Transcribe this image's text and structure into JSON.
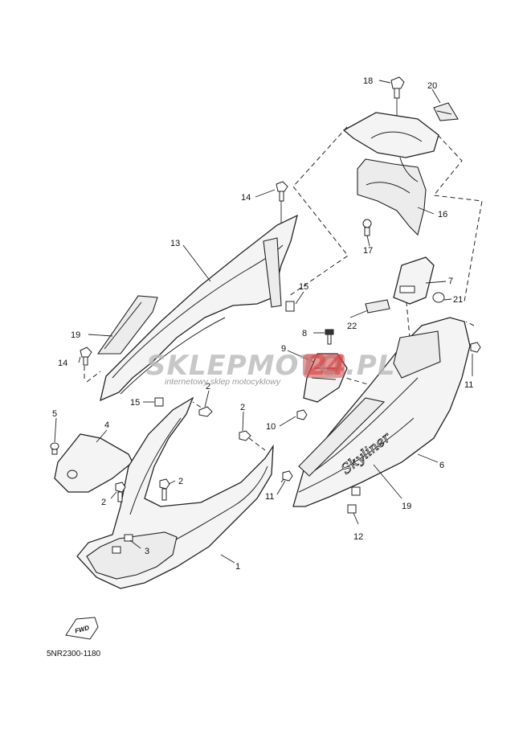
{
  "diagram": {
    "callouts": [
      {
        "id": "c18",
        "text": "18"
      },
      {
        "id": "c20",
        "text": "20"
      },
      {
        "id": "c14a",
        "text": "14"
      },
      {
        "id": "c16",
        "text": "16"
      },
      {
        "id": "c17",
        "text": "17"
      },
      {
        "id": "c13",
        "text": "13"
      },
      {
        "id": "c15a",
        "text": "15"
      },
      {
        "id": "c7",
        "text": "7"
      },
      {
        "id": "c21",
        "text": "21"
      },
      {
        "id": "c22",
        "text": "22"
      },
      {
        "id": "c19a",
        "text": "19"
      },
      {
        "id": "c8",
        "text": "8"
      },
      {
        "id": "c14b",
        "text": "14"
      },
      {
        "id": "c9",
        "text": "9"
      },
      {
        "id": "c11a",
        "text": "11"
      },
      {
        "id": "c15b",
        "text": "15"
      },
      {
        "id": "c2a",
        "text": "2"
      },
      {
        "id": "c5",
        "text": "5"
      },
      {
        "id": "c2b",
        "text": "2"
      },
      {
        "id": "c10",
        "text": "10"
      },
      {
        "id": "c4",
        "text": "4"
      },
      {
        "id": "c6",
        "text": "6"
      },
      {
        "id": "c2c",
        "text": "2"
      },
      {
        "id": "c2d",
        "text": "2"
      },
      {
        "id": "c11b",
        "text": "11"
      },
      {
        "id": "c19b",
        "text": "19"
      },
      {
        "id": "c3",
        "text": "3"
      },
      {
        "id": "c12",
        "text": "12"
      },
      {
        "id": "c1",
        "text": "1"
      }
    ],
    "fwd_label": "FWD",
    "part_code": "5NR2300-1180",
    "emblem_text": "Skyliner"
  },
  "watermark": {
    "brand_left": "SKLEPMOTO",
    "brand_box": "24",
    "brand_right": ".PL",
    "tagline": "internetowy sklep motocyklowy"
  }
}
